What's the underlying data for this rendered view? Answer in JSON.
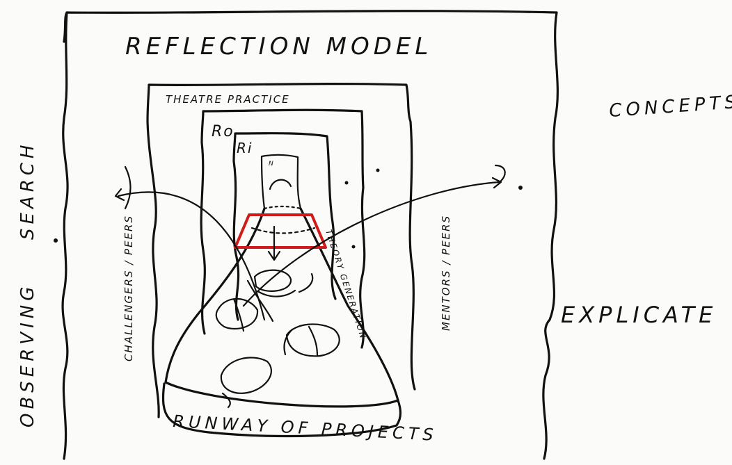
{
  "labels": {
    "title": "REFLECTION MODEL",
    "theatre": "THEATRE PRACTICE",
    "ro": "Ro",
    "ri": "Ri",
    "n": "N",
    "concepts": "CONCEPTS",
    "explicate": "EXPLICATE",
    "search": "SEARCH",
    "observing": "OBSERVING",
    "challengers": "CHALLENGERS / PEERS",
    "mentors": "MENTORS / PEERS",
    "theory": "THEORY GENERATION",
    "runway": "RUNWAY OF PROJECTS"
  }
}
